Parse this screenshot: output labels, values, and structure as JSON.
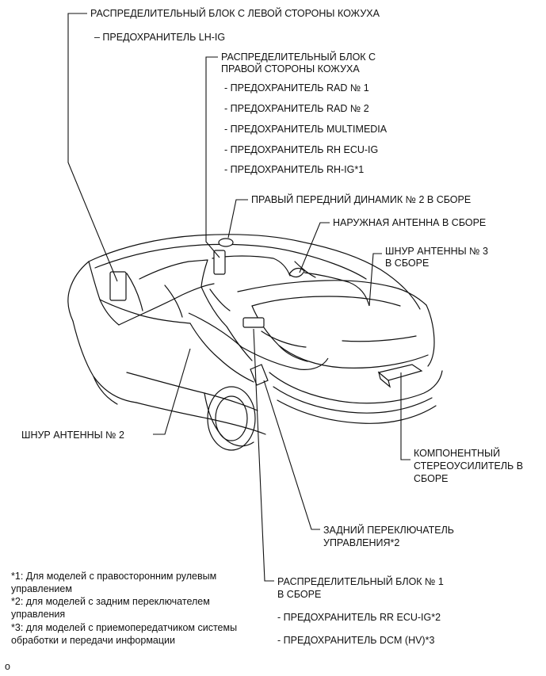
{
  "callouts": {
    "left_junction_block": {
      "title": "РАСПРЕДЕЛИТЕЛЬНЫЙ БЛОК С ЛЕВОЙ СТОРОНЫ КОЖУХА",
      "items": [
        "– ПРЕДОХРАНИТЕЛЬ LH-IG"
      ]
    },
    "right_junction_block": {
      "title_line1": "РАСПРЕДЕЛИТЕЛЬНЫЙ БЛОК С",
      "title_line2": "ПРАВОЙ СТОРОНЫ КОЖУХА",
      "items": [
        "- ПРЕДОХРАНИТЕЛЬ RAD № 1",
        "- ПРЕДОХРАНИТЕЛЬ RAD № 2",
        "- ПРЕДОХРАНИТЕЛЬ MULTIMEDIA",
        "- ПРЕДОХРАНИТЕЛЬ RH ECU-IG",
        "- ПРЕДОХРАНИТЕЛЬ RH-IG*1"
      ]
    },
    "front_speaker": "ПРАВЫЙ ПЕРЕДНИЙ ДИНАМИК № 2 В СБОРЕ",
    "outer_antenna": "НАРУЖНАЯ АНТЕННА В СБОРЕ",
    "antenna_cord_3": {
      "line1": "ШНУР АНТЕННЫ № 3",
      "line2": "В СБОРЕ"
    },
    "antenna_cord_2": "ШНУР АНТЕННЫ № 2",
    "stereo_amplifier": {
      "line1": "КОМПОНЕНТНЫЙ",
      "line2": "СТЕРЕОУСИЛИТЕЛЬ В",
      "line3": "СБОРЕ"
    },
    "rear_control_switch": {
      "line1": "ЗАДНИЙ ПЕРЕКЛЮЧАТЕЛЬ",
      "line2": "УПРАВЛЕНИЯ*2"
    },
    "junction_block_1": {
      "line1": "РАСПРЕДЕЛИТЕЛЬНЫЙ БЛОК № 1",
      "line2": "В СБОРЕ",
      "items": [
        "- ПРЕДОХРАНИТЕЛЬ RR ECU-IG*2",
        "- ПРЕДОХРАНИТЕЛЬ DCM (HV)*3"
      ]
    }
  },
  "footnotes": [
    "*1: Для моделей с правосторонним рулевым управлением",
    "*2: для моделей с задним переключателем управления",
    "*3: для моделей с приемопередатчиком системы обработки и передачи информации"
  ],
  "corner_mark": "o"
}
